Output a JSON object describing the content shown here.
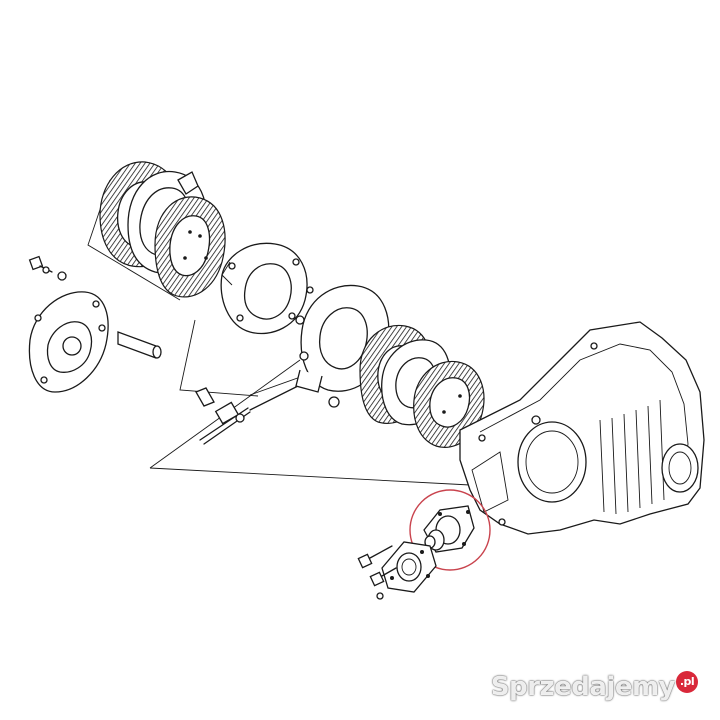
{
  "watermark": {
    "text": "Sprzedajemy",
    "tld": ".pl"
  },
  "colors": {
    "line": "#1a1a1a",
    "highlight_circle": "#c9444e",
    "background": "#ffffff",
    "badge": "#d9283a"
  },
  "highlight": {
    "part": "seal-cover-assembly",
    "marked": true
  }
}
